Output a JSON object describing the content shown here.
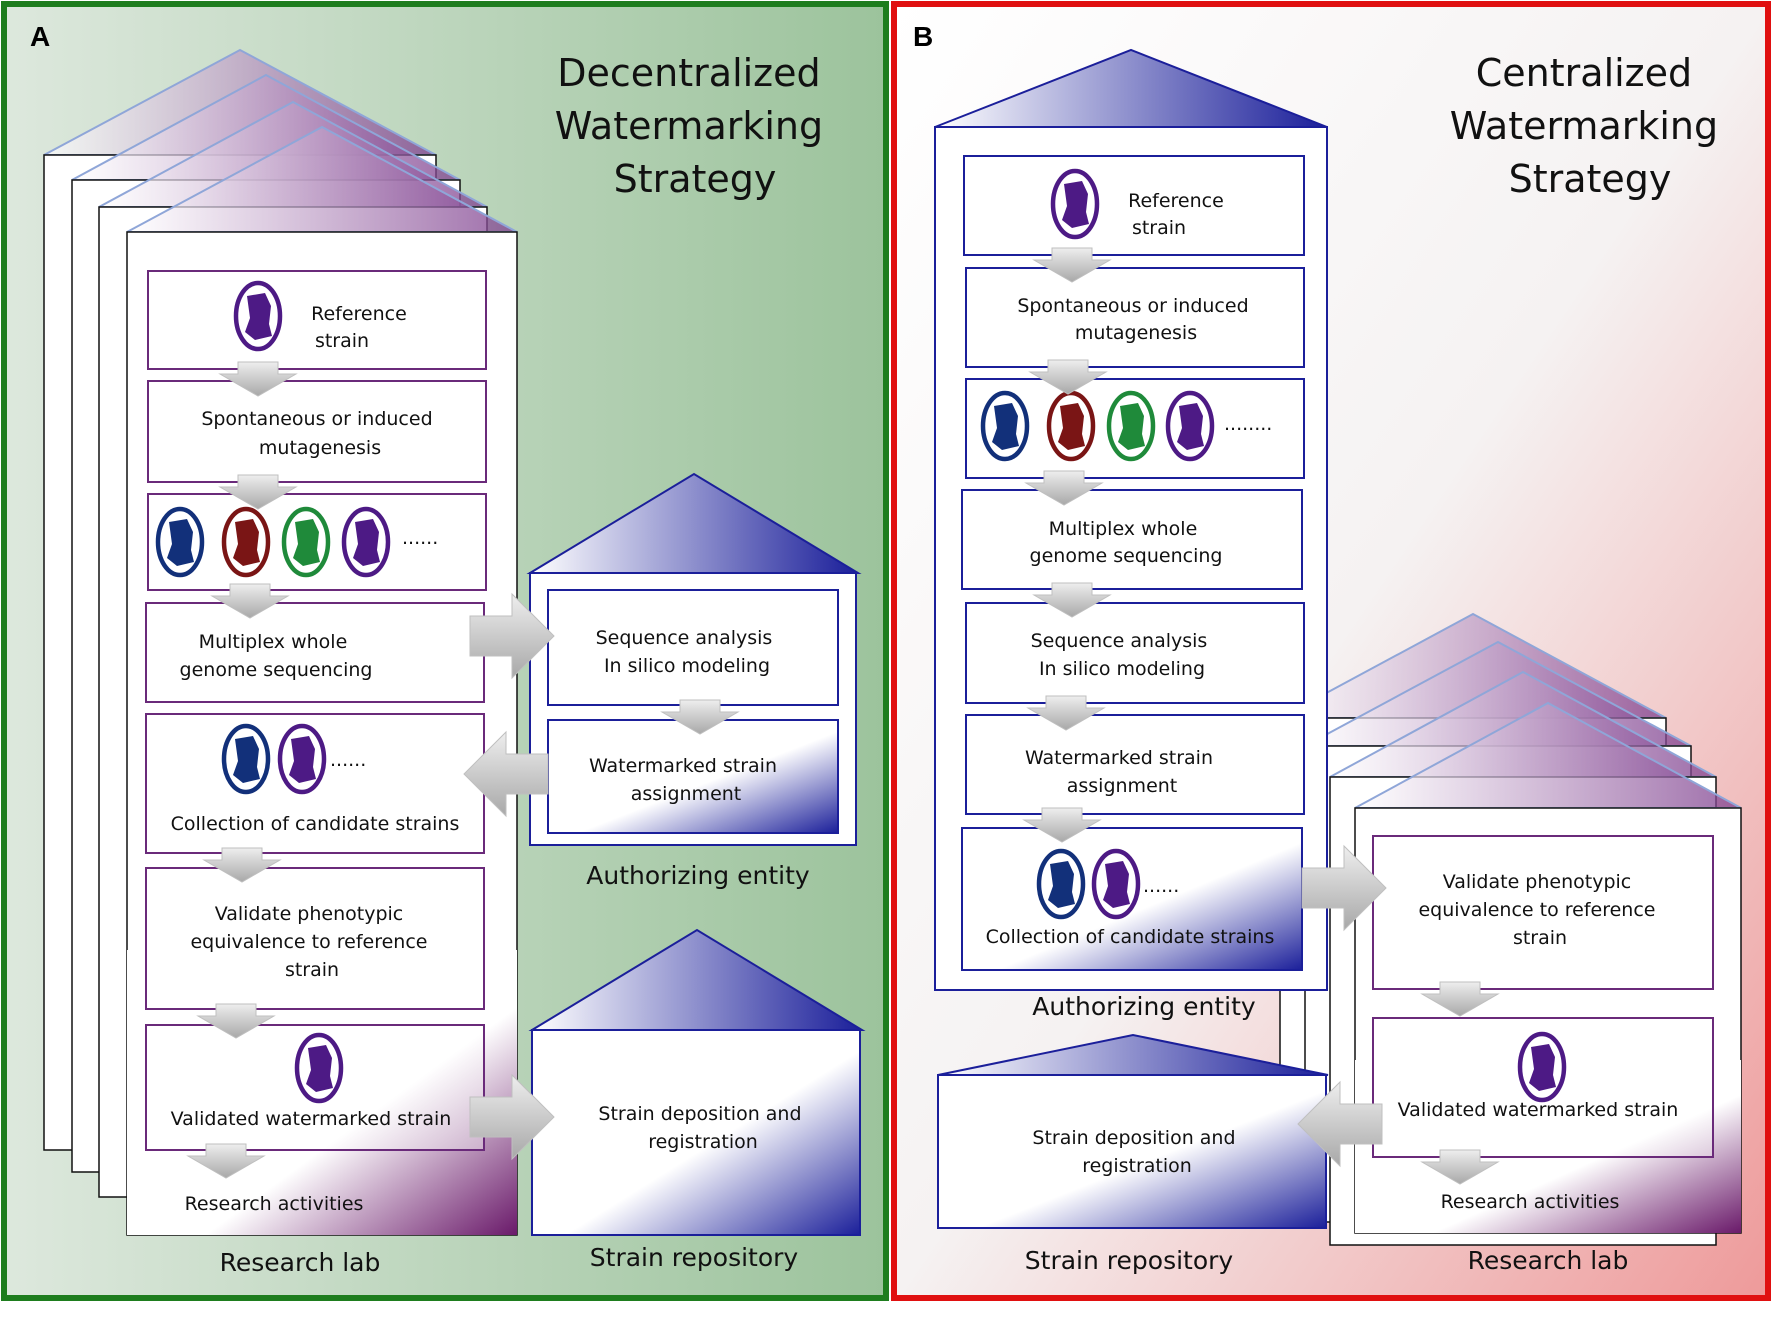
{
  "panel_a": {
    "letter": "A",
    "title_lines": [
      "Decentralized",
      "Watermarking",
      "Strategy"
    ],
    "steps": {
      "reference_strain": [
        "Reference",
        "strain"
      ],
      "mutagenesis": [
        "Spontaneous or induced",
        "mutagenesis"
      ],
      "dots": "......",
      "sequencing": [
        "Multiplex whole",
        "genome sequencing"
      ],
      "collection": "Collection of candidate strains",
      "validate": [
        "Validate phenotypic",
        "equivalence to reference",
        "strain"
      ],
      "validated": "Validated watermarked strain",
      "research": "Research activities"
    },
    "authorizing": {
      "analysis": [
        "Sequence analysis",
        "In silico modeling"
      ],
      "assignment": [
        "Watermarked strain",
        "assignment"
      ],
      "caption": "Authorizing entity"
    },
    "repository": {
      "deposition": [
        "Strain deposition and",
        "registration"
      ],
      "caption": "Strain repository"
    },
    "lab_caption": "Research lab"
  },
  "panel_b": {
    "letter": "B",
    "title_lines": [
      "Centralized",
      "Watermarking",
      "Strategy"
    ],
    "authorizing": {
      "reference_strain": [
        "Reference",
        "strain"
      ],
      "mutagenesis": [
        "Spontaneous or induced",
        "mutagenesis"
      ],
      "dots": "........",
      "sequencing": [
        "Multiplex whole",
        "genome sequencing"
      ],
      "analysis": [
        "Sequence analysis",
        "In silico modeling"
      ],
      "assignment": [
        "Watermarked strain",
        "assignment"
      ],
      "collection": "Collection of candidate strains",
      "caption": "Authorizing entity"
    },
    "lab": {
      "validate": [
        "Validate phenotypic",
        "equivalence to reference",
        "strain"
      ],
      "validated": "Validated watermarked strain",
      "research": "Research activities",
      "caption": "Research lab"
    },
    "repository": {
      "deposition": [
        "Strain deposition and",
        "registration"
      ],
      "caption": "Strain repository"
    }
  },
  "colors": {
    "panel_a_border": "#1e7d1e",
    "panel_b_border": "#e01010",
    "blue": "#1b1f9a",
    "purple": "#5a1a7a",
    "strain_navy": "#12307a",
    "strain_maroon": "#7a1515",
    "strain_green": "#1f8a3a",
    "strain_purple": "#4d1a85"
  }
}
